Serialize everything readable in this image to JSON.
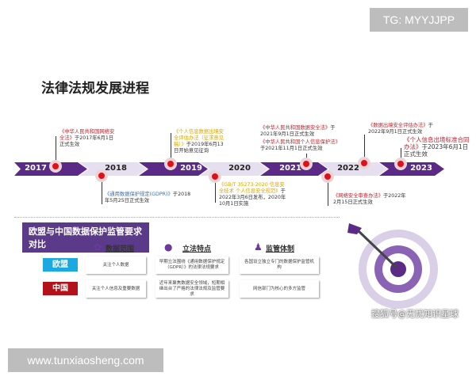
{
  "watermarks": {
    "top": "TG: MYYJJPP",
    "bottom": "www.tunxiaosheng.com",
    "sohu": "搜狐号@无忧知识星球"
  },
  "title": "法律法规发展进程",
  "timeline": {
    "years": [
      "2017",
      "2018",
      "2019",
      "2020",
      "2021",
      "2022",
      "2023"
    ],
    "events": [
      {
        "law": "《中华人民共和国网络安全法》",
        "text": "于2017年6月1日正式生效"
      },
      {
        "law": "《通用数据保护规定(GDPR)》",
        "text": "于2018年5月25日正式生效"
      },
      {
        "law": "《个人信息数据出境安全评估办法（征求意见稿）》",
        "text": "于2019年6月13日开始意见征询"
      },
      {
        "law": "《GB/T 35273-2020 信息安全技术 个人信息安全规范》",
        "text": "于2022年3月6日发布，2020年10月1日实施"
      },
      {
        "law": "《中华人民共和国数据安全法》",
        "text": "于2021年9月1日正式生效"
      },
      {
        "law": "《中华人民共和国个人信息保护法》",
        "text": "于2021年11月1日正式生效"
      },
      {
        "law": "《网络安全审查办法》",
        "text": "于2022年2月15日正式生效"
      },
      {
        "law": "《数据出境安全评估办法》",
        "text": "于2022年9月1日正式生效"
      },
      {
        "law": "《个人信息出境标准合同办法》",
        "text": "于2023年6月1日正式生效"
      }
    ]
  },
  "comparison": {
    "title": "欧盟与中国数据保护监管要求对比",
    "headers": [
      {
        "label": "数据范围",
        "icon": "gear-icon"
      },
      {
        "label": "立法特点",
        "icon": "coins-icon"
      },
      {
        "label": "监管体制",
        "icon": "people-icon"
      }
    ],
    "rows": [
      {
        "label": "欧盟",
        "color": "#1aa9e0",
        "cells": [
          "关注个人数据",
          "早期立法围绕《通用数据保护规定（GDPR）》的法律法规要求",
          "各国设立独立专门的数据保护监管机构"
        ]
      },
      {
        "label": "中国",
        "color": "#b3121b",
        "cells": [
          "关注个人信息及重要数据",
          "近年来聚焦数据安全领域，短期相继出台了严格的法律法规及监管要求",
          "网信部门为核心的多方监管"
        ]
      }
    ]
  },
  "colors": {
    "purple": "#5b2a86",
    "lavender": "#e6dff0",
    "red": "#e0101a"
  }
}
